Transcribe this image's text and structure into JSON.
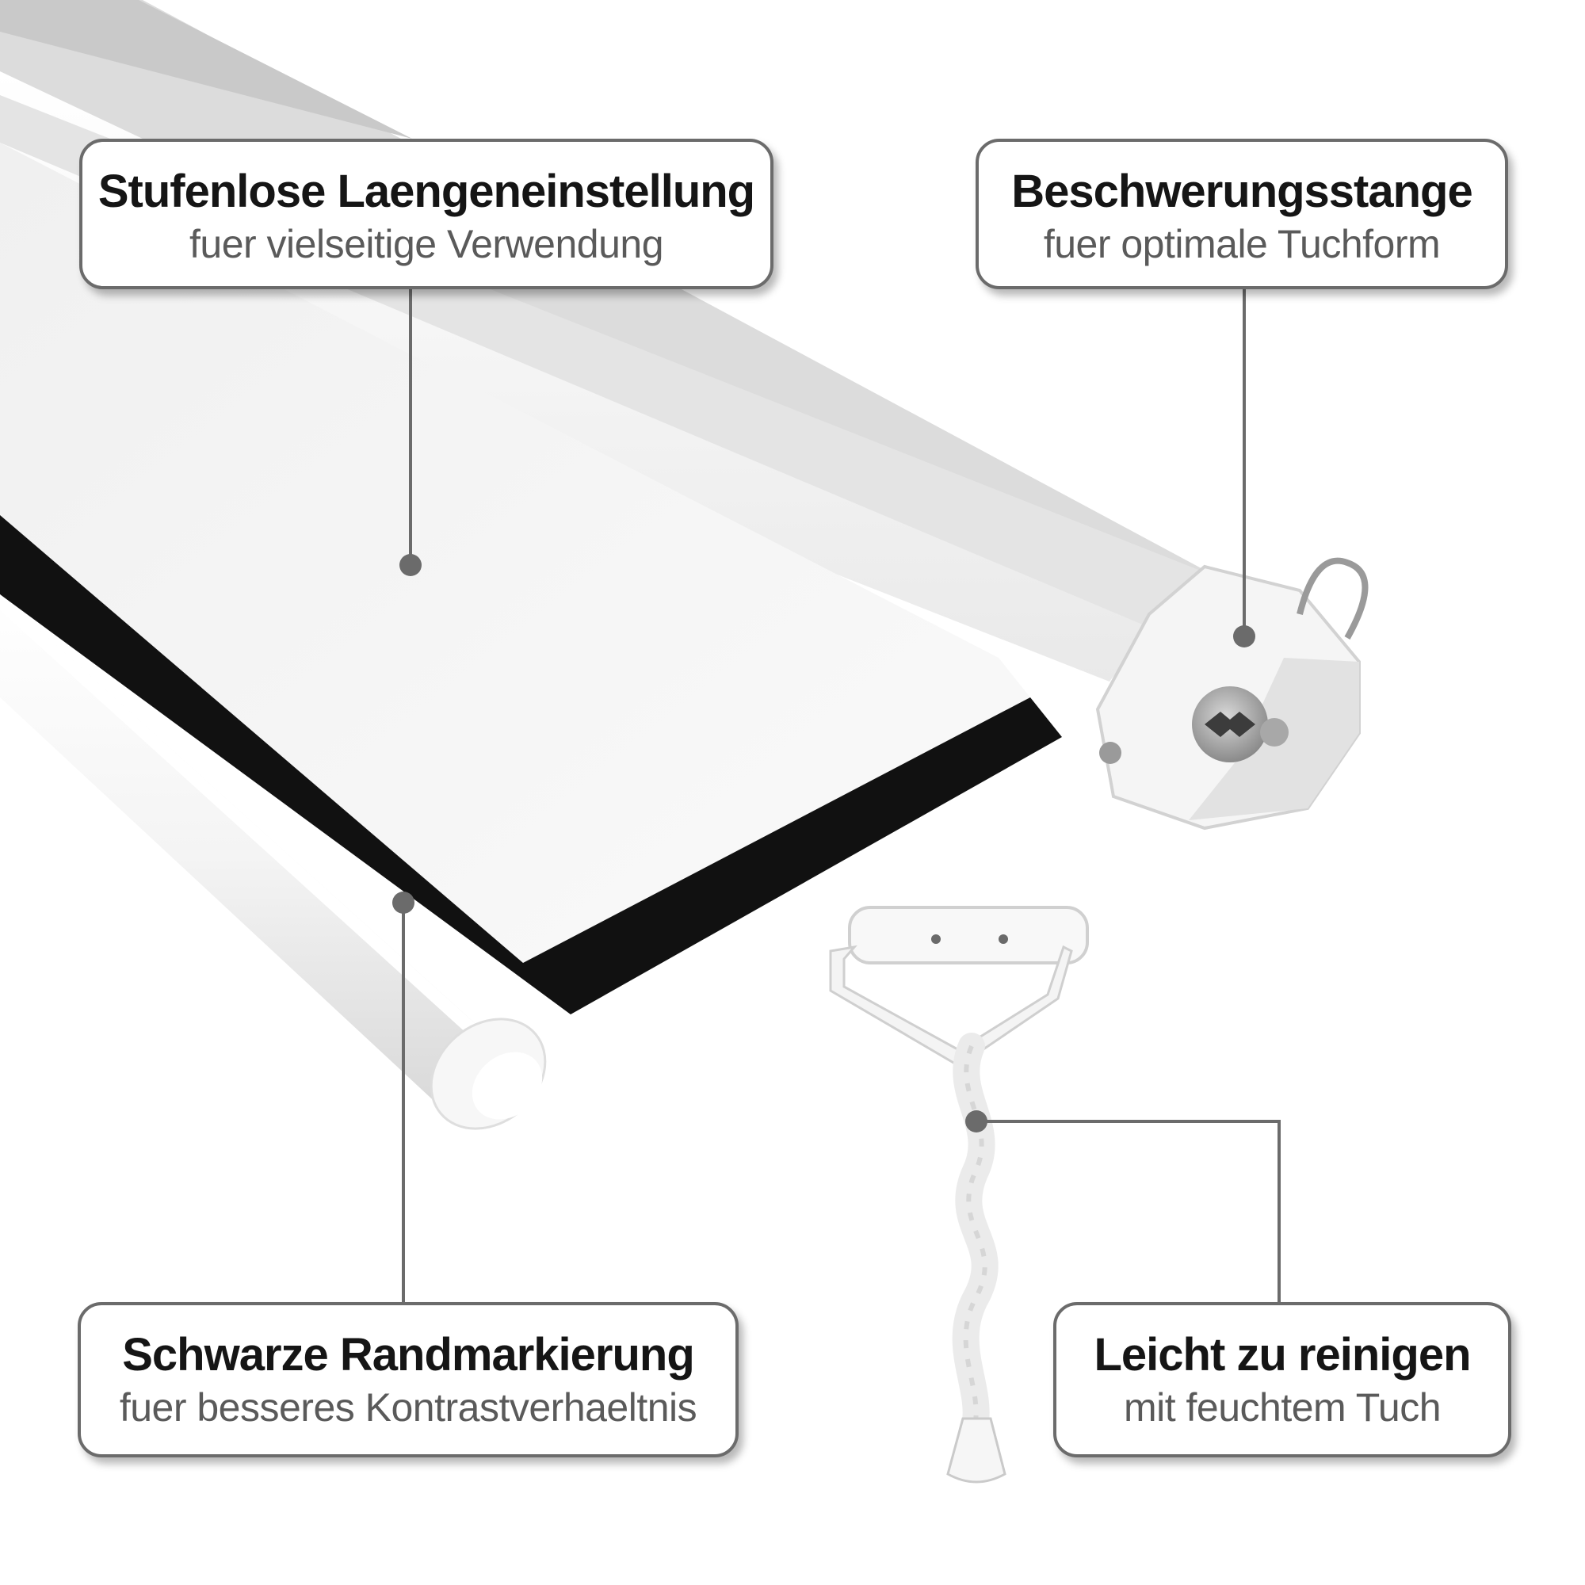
{
  "callouts": {
    "top_left": {
      "title": "Stufenlose Laengeneinstellung",
      "subtitle": "fuer vielseitige Verwendung"
    },
    "top_right": {
      "title": "Beschwerungsstange",
      "subtitle": "fuer optimale Tuchform"
    },
    "bottom_left": {
      "title": "Schwarze Randmarkierung",
      "subtitle": "fuer besseres Kontrastverhaeltnis"
    },
    "bottom_right": {
      "title": "Leicht zu reinigen",
      "subtitle": "mit feuchtem Tuch"
    }
  },
  "colors": {
    "leader_line": "#6b6b6b",
    "screen_border": "#111111",
    "casing": "#f2f2f2",
    "background": "#ffffff"
  }
}
